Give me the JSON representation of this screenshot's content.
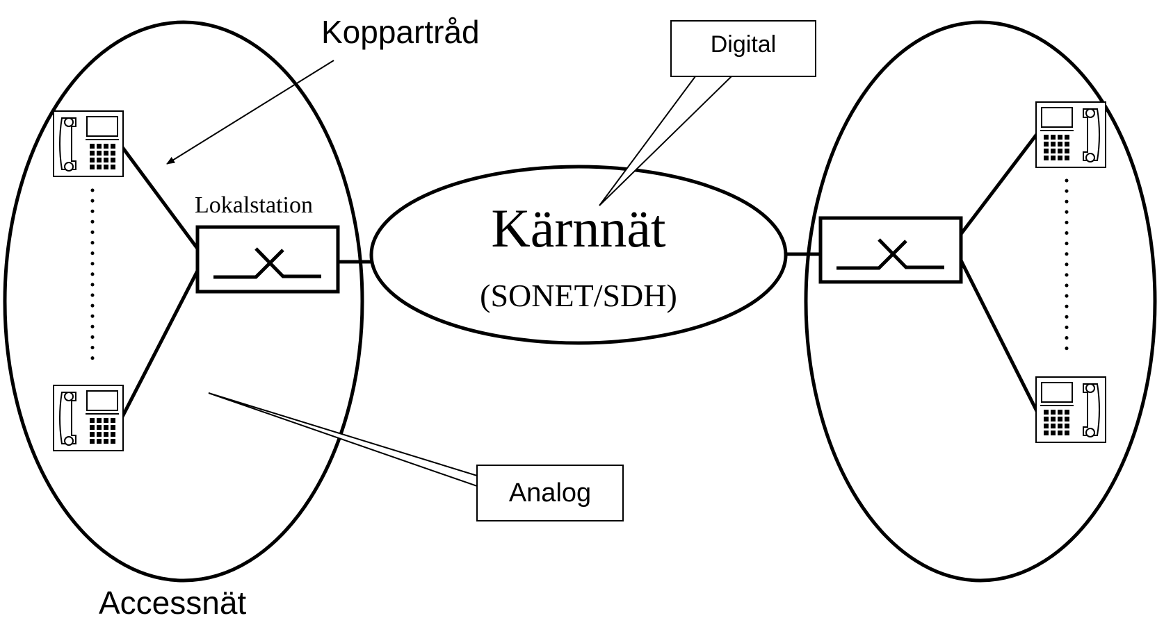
{
  "labels": {
    "copper_wire": "Koppartråd",
    "local_exchange": "Lokalstation",
    "core_network": "Kärnnät",
    "core_network_tech": "(SONET/SDH)",
    "access_network": "Accessnät"
  },
  "callouts": {
    "digital": "Digital",
    "analog": "Analog"
  },
  "icons": {
    "phone": "telephone-icon",
    "switch": "switch-icon"
  },
  "colors": {
    "line": "#000000",
    "background": "#ffffff"
  }
}
